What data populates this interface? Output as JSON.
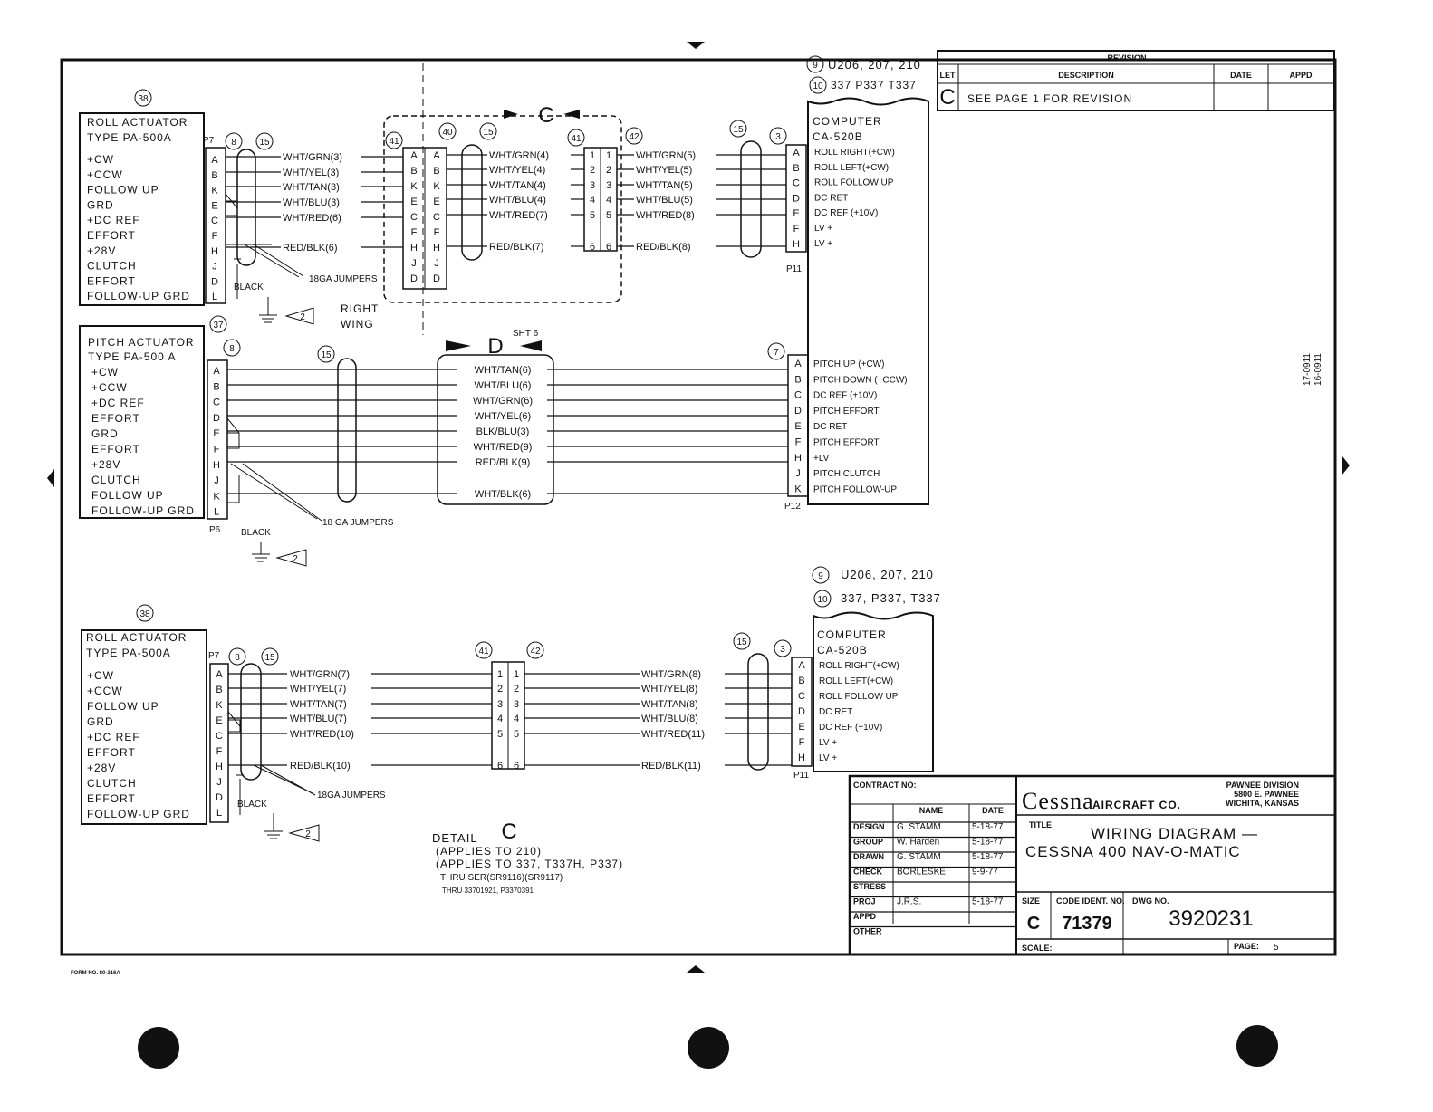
{
  "revision": {
    "header": "REVISION",
    "columns": [
      "LET",
      "DESCRIPTION",
      "DATE",
      "APPD"
    ],
    "rows": [
      {
        "let": "C",
        "description": "SEE PAGE 1 FOR REVISION",
        "date": "",
        "appd": ""
      }
    ]
  },
  "top_notes": {
    "note9": "U206, 207, 210",
    "note10": "337 P337 T337",
    "badge9": "9",
    "badge10": "10"
  },
  "section1": {
    "actuator": {
      "ref": "38",
      "title": "ROLL ACTUATOR",
      "type": "TYPE PA-500A",
      "plug": "P7",
      "functions": [
        "+CW",
        "+CCW",
        "FOLLOW UP",
        "GRD",
        "+DC REF",
        "EFFORT",
        "+28V",
        "CLUTCH",
        "EFFORT",
        "FOLLOW-UP GRD"
      ],
      "pins": [
        "A",
        "B",
        "K",
        "E",
        "C",
        "F",
        "H",
        "J",
        "D",
        "L"
      ]
    },
    "refs": {
      "r8": "8",
      "r15a": "15",
      "r41": "41",
      "r40": "40",
      "r15b": "15",
      "r41b": "41",
      "r42": "42",
      "r15c": "15",
      "r3": "3"
    },
    "wires_left": [
      "WHT/GRN(3)",
      "WHT/YEL(3)",
      "WHT/TAN(3)",
      "WHT/BLU(3)",
      "WHT/RED(6)",
      "RED/BLK(6)"
    ],
    "wires_mid": [
      "WHT/GRN(4)",
      "WHT/YEL(4)",
      "WHT/TAN(4)",
      "WHT/BLU(4)",
      "WHT/RED(7)",
      "RED/BLK(7)"
    ],
    "wires_right": [
      "WHT/GRN(5)",
      "WHT/YEL(5)",
      "WHT/TAN(5)",
      "WHT/BLU(5)",
      "WHT/RED(8)",
      "RED/BLK(8)"
    ],
    "conn_pins": [
      "A",
      "B",
      "K",
      "E",
      "C",
      "F",
      "H",
      "J",
      "D"
    ],
    "splice_pins": [
      "1",
      "2",
      "3",
      "4",
      "5",
      "6"
    ],
    "jumpers": "18GA JUMPERS",
    "black": "BLACK",
    "ground_note": "2",
    "wing": "RIGHT",
    "wing2": "WING",
    "detail_letter": "C",
    "computer": {
      "title": "COMPUTER",
      "model": "CA-520B",
      "plug": "P11",
      "pins": [
        "A",
        "B",
        "C",
        "D",
        "E",
        "F",
        "H"
      ],
      "functions": [
        "ROLL RIGHT(+CW)",
        "ROLL LEFT(+CW)",
        "ROLL FOLLOW UP",
        "DC RET",
        "DC REF (+10V)",
        "LV +",
        "LV +"
      ]
    }
  },
  "section2": {
    "actuator": {
      "ref": "37",
      "title": "PITCH ACTUATOR",
      "type": "TYPE PA-500 A",
      "plug": "P6",
      "functions": [
        "+CW",
        "+CCW",
        "+DC REF",
        "EFFORT",
        "GRD",
        "EFFORT",
        "+28V",
        "CLUTCH",
        "FOLLOW UP",
        "FOLLOW-UP GRD"
      ],
      "pins": [
        "A",
        "B",
        "C",
        "D",
        "E",
        "F",
        "H",
        "J",
        "K",
        "L"
      ]
    },
    "refs": {
      "r8": "8",
      "r15": "15",
      "r7": "7"
    },
    "wires": [
      "WHT/TAN(6)",
      "WHT/BLU(6)",
      "WHT/GRN(6)",
      "WHT/YEL(6)",
      "BLK/BLU(3)",
      "WHT/RED(9)",
      "RED/BLK(9)",
      "WHT/BLK(6)"
    ],
    "detail_letter": "D",
    "sheet": "SHT 6",
    "jumpers": "18 GA JUMPERS",
    "black": "BLACK",
    "ground_note": "2",
    "computer": {
      "plug": "P12",
      "pins": [
        "A",
        "B",
        "C",
        "D",
        "E",
        "F",
        "H",
        "J",
        "K"
      ],
      "functions": [
        "PITCH UP (+CW)",
        "PITCH DOWN (+CCW)",
        "DC REF (+10V)",
        "PITCH EFFORT",
        "DC RET",
        "PITCH EFFORT",
        "+LV",
        "PITCH CLUTCH",
        "PITCH FOLLOW-UP"
      ]
    }
  },
  "section3": {
    "notes": {
      "note9": "U206, 207, 210",
      "note10": "337, P337, T337",
      "badge9": "9",
      "badge10": "10"
    },
    "actuator": {
      "ref": "38",
      "title": "ROLL ACTUATOR",
      "type": "TYPE PA-500A",
      "plug": "P7",
      "functions": [
        "+CW",
        "+CCW",
        "FOLLOW UP",
        "GRD",
        "+DC REF",
        "EFFORT",
        "+28V",
        "CLUTCH",
        "EFFORT",
        "FOLLOW-UP GRD"
      ],
      "pins": [
        "A",
        "B",
        "K",
        "E",
        "C",
        "F",
        "H",
        "J",
        "D",
        "L"
      ]
    },
    "refs": {
      "r8": "8",
      "r15a": "15",
      "r41": "41",
      "r42": "42",
      "r15b": "15",
      "r3": "3"
    },
    "wires_left": [
      "WHT/GRN(7)",
      "WHT/YEL(7)",
      "WHT/TAN(7)",
      "WHT/BLU(7)",
      "WHT/RED(10)",
      "RED/BLK(10)"
    ],
    "wires_right": [
      "WHT/GRN(8)",
      "WHT/YEL(8)",
      "WHT/TAN(8)",
      "WHT/BLU(8)",
      "WHT/RED(11)",
      "RED/BLK(11)"
    ],
    "splice_pins": [
      "1",
      "2",
      "3",
      "4",
      "5",
      "6"
    ],
    "jumpers": "18GA JUMPERS",
    "black": "BLACK",
    "ground_note": "2",
    "computer": {
      "title": "COMPUTER",
      "model": "CA-520B",
      "plug": "P11",
      "pins": [
        "A",
        "B",
        "C",
        "D",
        "E",
        "F",
        "H"
      ],
      "functions": [
        "ROLL RIGHT(+CW)",
        "ROLL LEFT(+CW)",
        "ROLL FOLLOW UP",
        "DC RET",
        "DC REF (+10V)",
        "LV +",
        "LV +"
      ]
    }
  },
  "detail_note": {
    "label": "DETAIL",
    "letter": "C",
    "lines": [
      "(APPLIES TO 210)",
      "(APPLIES TO 337, T337H, P337)",
      "THRU SER(SR9116)(SR9117)",
      "THRU 33701921, P3370391"
    ]
  },
  "side_text": [
    "17-0911",
    "16-0911"
  ],
  "title_block": {
    "contract": "CONTRACT NO:",
    "name_hdr": "NAME",
    "date_hdr": "DATE",
    "rows": [
      {
        "role": "DESIGN",
        "name": "G. STAMM",
        "date": "5-18-77"
      },
      {
        "role": "GROUP",
        "name": "W. Harden",
        "date": "5-18-77"
      },
      {
        "role": "DRAWN",
        "name": "G. STAMM",
        "date": "5-18-77"
      },
      {
        "role": "CHECK",
        "name": "BORLESKE",
        "date": "9-9-77"
      },
      {
        "role": "STRESS",
        "name": "",
        "date": ""
      },
      {
        "role": "PROJ",
        "name": "J.R.S.",
        "date": "5-18-77"
      },
      {
        "role": "APPD",
        "name": "",
        "date": ""
      },
      {
        "role": "OTHER",
        "name": "",
        "date": ""
      }
    ],
    "company": "Cessna",
    "company2": "AIRCRAFT CO.",
    "division": [
      "PAWNEE DIVISION",
      "5800 E. PAWNEE",
      "WICHITA, KANSAS"
    ],
    "title_label": "TITLE",
    "title1": "WIRING DIAGRAM —",
    "title2": "CESSNA 400 NAV-O-MATIC",
    "size_label": "SIZE",
    "size": "C",
    "code_label": "CODE IDENT. NO.",
    "code": "71379",
    "dwg_label": "DWG NO.",
    "dwg": "3920231",
    "scale_label": "SCALE:",
    "page_label": "PAGE:",
    "page": "5"
  },
  "form_no": "FORM NO. 80-216A"
}
